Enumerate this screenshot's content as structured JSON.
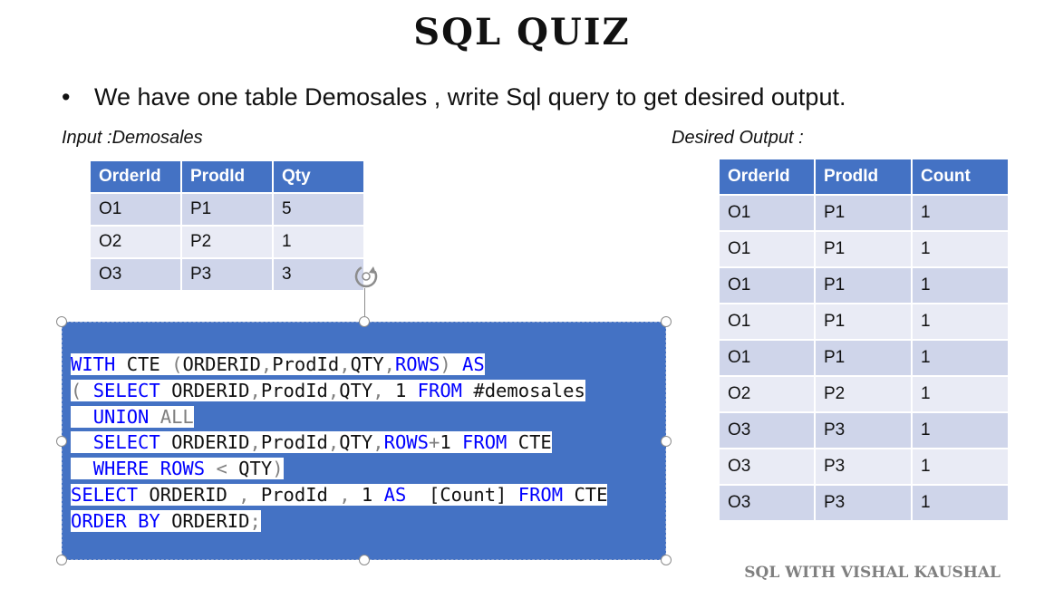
{
  "title": "SQL QUIZ",
  "bullet": "We have one table Demosales , write Sql query to get desired output.",
  "input_label": "Input :Demosales",
  "output_label": "Desired Output :",
  "input_table": {
    "headers": [
      "OrderId",
      "ProdId",
      "Qty"
    ],
    "rows": [
      [
        "O1",
        "P1",
        "5"
      ],
      [
        "O2",
        "P2",
        "1"
      ],
      [
        "O3",
        "P3",
        "3"
      ]
    ]
  },
  "output_table": {
    "headers": [
      "OrderId",
      "ProdId",
      "Count"
    ],
    "rows": [
      [
        "O1",
        "P1",
        "1"
      ],
      [
        "O1",
        "P1",
        "1"
      ],
      [
        "O1",
        "P1",
        "1"
      ],
      [
        "O1",
        "P1",
        "1"
      ],
      [
        "O1",
        "P1",
        "1"
      ],
      [
        "O2",
        "P2",
        "1"
      ],
      [
        "O3",
        "P3",
        "1"
      ],
      [
        "O3",
        "P3",
        "1"
      ],
      [
        "O3",
        "P3",
        "1"
      ]
    ]
  },
  "code_lines": [
    [
      [
        "kw",
        "WITH"
      ],
      [
        "tx",
        " CTE "
      ],
      [
        "gr",
        "("
      ],
      [
        "tx",
        "ORDERID"
      ],
      [
        "gr",
        ","
      ],
      [
        "tx",
        "ProdId"
      ],
      [
        "gr",
        ","
      ],
      [
        "tx",
        "QTY"
      ],
      [
        "gr",
        ","
      ],
      [
        "kw",
        "ROWS"
      ],
      [
        "gr",
        ")"
      ],
      [
        "tx",
        " "
      ],
      [
        "kw",
        "AS"
      ]
    ],
    [
      [
        "gr",
        "("
      ],
      [
        "tx",
        " "
      ],
      [
        "kw",
        "SELECT"
      ],
      [
        "tx",
        " ORDERID"
      ],
      [
        "gr",
        ","
      ],
      [
        "tx",
        "ProdId"
      ],
      [
        "gr",
        ","
      ],
      [
        "tx",
        "QTY"
      ],
      [
        "gr",
        ","
      ],
      [
        "tx",
        " 1 "
      ],
      [
        "kw",
        "FROM"
      ],
      [
        "tx",
        " #demosales"
      ]
    ],
    [
      [
        "tx",
        "  "
      ],
      [
        "kw",
        "UNION"
      ],
      [
        "tx",
        " "
      ],
      [
        "gr",
        "ALL"
      ]
    ],
    [
      [
        "tx",
        "  "
      ],
      [
        "kw",
        "SELECT"
      ],
      [
        "tx",
        " ORDERID"
      ],
      [
        "gr",
        ","
      ],
      [
        "tx",
        "ProdId"
      ],
      [
        "gr",
        ","
      ],
      [
        "tx",
        "QTY"
      ],
      [
        "gr",
        ","
      ],
      [
        "kw",
        "ROWS"
      ],
      [
        "gr",
        "+"
      ],
      [
        "tx",
        "1 "
      ],
      [
        "kw",
        "FROM"
      ],
      [
        "tx",
        " CTE"
      ]
    ],
    [
      [
        "tx",
        "  "
      ],
      [
        "kw",
        "WHERE"
      ],
      [
        "tx",
        " "
      ],
      [
        "kw",
        "ROWS"
      ],
      [
        "tx",
        " "
      ],
      [
        "gr",
        "<"
      ],
      [
        "tx",
        " QTY"
      ],
      [
        "gr",
        ")"
      ]
    ],
    [
      [
        "kw",
        "SELECT"
      ],
      [
        "tx",
        " ORDERID "
      ],
      [
        "gr",
        ","
      ],
      [
        "tx",
        " ProdId "
      ],
      [
        "gr",
        ","
      ],
      [
        "tx",
        " 1 "
      ],
      [
        "kw",
        "AS"
      ],
      [
        "tx",
        "  [Count] "
      ],
      [
        "kw",
        "FROM"
      ],
      [
        "tx",
        " CTE"
      ]
    ],
    [
      [
        "kw",
        "ORDER"
      ],
      [
        "tx",
        " "
      ],
      [
        "kw",
        "BY"
      ],
      [
        "tx",
        " ORDERID"
      ],
      [
        "gr",
        ";"
      ]
    ]
  ],
  "footer": "SQL WITH VISHAL KAUSHAL",
  "colors": {
    "header_blue": "#4472c4",
    "row_dark": "#cfd5ea",
    "row_light": "#e9ebf5",
    "keyword": "#0000ff",
    "gray": "#808080"
  }
}
